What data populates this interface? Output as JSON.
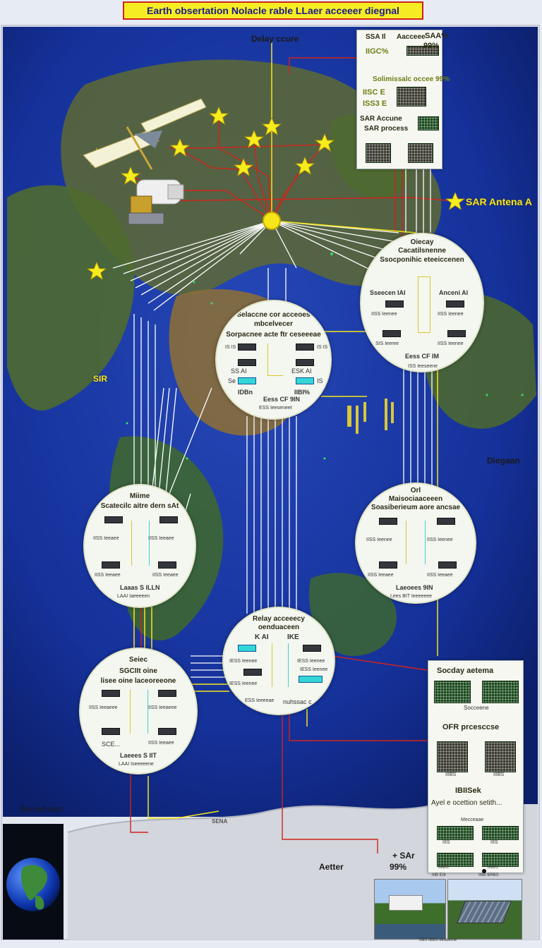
{
  "title": "Earth obsertation Nolacle rable LLaer acceeer diegnal",
  "labels": {
    "delay": "Delay ccure",
    "sar_antenna": "SAR Antena A",
    "sir": "SIR",
    "diegaan": "Diegaan",
    "bereefusen": "Bereefusen",
    "aetter": "Aetter",
    "sar_plus": "+ SAr",
    "sar_plus_pct": "99%",
    "land": "SENA"
  },
  "top_panel": {
    "r1a": "SSA Il",
    "r1b": "Aacceee",
    "r1c": "SAA%",
    "r2a": "IIGC%",
    "r2b": "99%",
    "r3": "Solimissalc occee 99%",
    "r4": "IISC E",
    "r5": "ISS3 E",
    "r6": "SAR Accune",
    "r7": "SAR process"
  },
  "nodes": {
    "ne": {
      "t1": "Oiecay",
      "t2": "Cacatilsnenne",
      "t3": "Ssocponihic eteeiccenen",
      "l1": "Sseecen IAI",
      "r1": "Anceni Al",
      "s1": "IISS Ieenee",
      "s2": "IISS Ieenee",
      "s3": "SIS Ieeree",
      "s4": "IISS Ieenee",
      "b1": "Eess CF IM",
      "b2": "ISS Ieeseene"
    },
    "center": {
      "t1": "Selaccne cor acceoes",
      "t2": "mbcelvecer",
      "t3": "Sorpacnee acte ftr ceseeeae",
      "s1": "IS IS",
      "s2": "IS IS",
      "s3": "SS AI",
      "s4": "ESK AI",
      "s5": "Se",
      "s6": "IS",
      "b1": "IDBn",
      "b2": "Eess CF 9IN",
      "b3": "IIBI%",
      "b4": "ESS Ieeseneet"
    },
    "west": {
      "t1": "Miime",
      "t2": "Scatecilc aitre dern sAt",
      "s1": "IISS Ieeaee",
      "s2": "IISS Ieeaee",
      "s3": "IISS Ieeaee",
      "s4": "IISS Ieeaee",
      "b1": "Laaas S lLLN",
      "b2": "LAAI Iaeeeeen"
    },
    "east": {
      "t1": "Orl",
      "t2": "Maisociaaceeen",
      "t3": "Soasiberieum aore ancsae",
      "s1": "IISS Ieenee",
      "s2": "IISS Ieenee",
      "s3": "IISS Ieeaee",
      "s4": "IISS Ieeaee",
      "b1": "Laeoees 9IN",
      "b2": "Lees BIT Ieeeeeee"
    },
    "south": {
      "t1": "Relay acceeecy",
      "t2": "oenduaceen",
      "t3": "K AI",
      "t4": "IKE",
      "s1": "IESS Ieenee",
      "s2": "IESS Ieenee",
      "s3": "IESS Ieenee",
      "s4": "IESS Ieenee",
      "b1": "ESS Ieeeeae",
      "b2": "nuhssac c"
    },
    "sw": {
      "t1": "Seiec",
      "t2": "SGCIIt oine",
      "t3": "lisee oine laceoreeone",
      "s1": "IISS Ieeaeee",
      "s2": "IISS Ieeaeee",
      "s3": "SCE...",
      "s4": "IISS Ieeaee",
      "b1": "Laeees S IIT",
      "b2": "LAAI Iseeeeene"
    }
  },
  "right_panel": {
    "h1": "Socday aetema",
    "h2": "Socceene",
    "h3": "OFR prcesccse",
    "h4": "IBIISek",
    "h5": "Ayel e ocettion setith...",
    "h6": "Mecceaae",
    "g1": "IIIBS",
    "g2": "IIIBS",
    "g3": "IIIS",
    "g4": "IIIS",
    "g5": "IIIIBS",
    "g6": "IIIIBS",
    "g7": "IIIB EIII",
    "g8": "IIIBI BRBS"
  },
  "photo_caption": "IIBS IBBS eeseeme",
  "colors": {
    "ocean": "#13329a",
    "land": "#6a6a2c",
    "node_bg": "#f4f6f0",
    "wire_red": "#d0241c",
    "wire_yellow": "#f5e61a",
    "wire_white": "#ffffff",
    "title_bg": "#f6ec23"
  }
}
